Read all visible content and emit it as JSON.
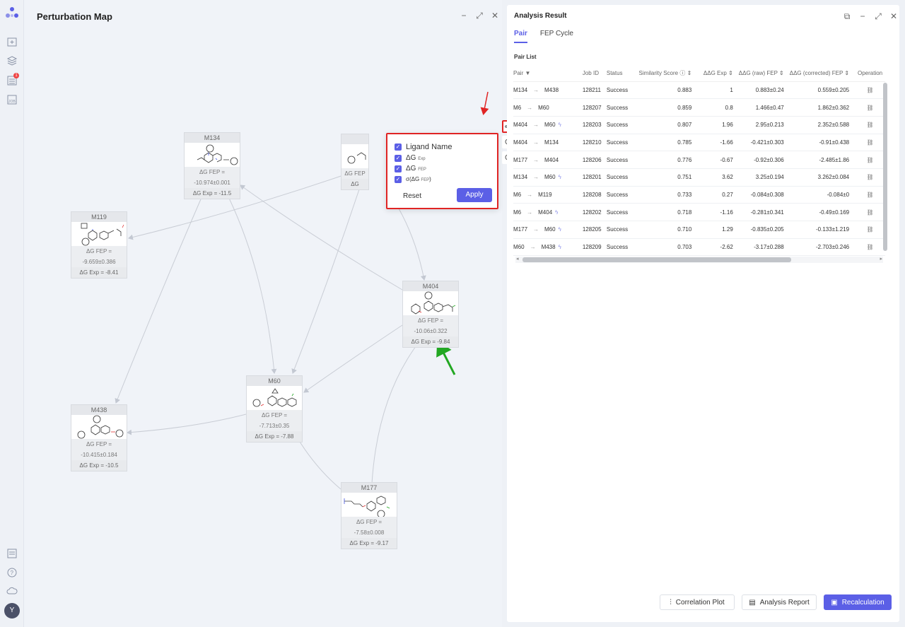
{
  "rail": {
    "avatar": "Y",
    "job_badge": "1"
  },
  "map": {
    "title": "Perturbation Map",
    "nodes": [
      {
        "name": "M134",
        "fep": "ΔG FEP = -10.974±0.001",
        "exp": "ΔG Exp = -11.5"
      },
      {
        "name": "M119",
        "fep": "ΔG FEP = -9.659±0.386",
        "exp": "ΔG Exp = -8.41"
      },
      {
        "name": "M404",
        "fep": "ΔG FEP = -10.06±0.322",
        "exp": "ΔG Exp = -9.84"
      },
      {
        "name": "M60",
        "fep": "ΔG FEP = -7.713±0.35",
        "exp": "ΔG Exp = -7.88"
      },
      {
        "name": "M438",
        "fep": "ΔG FEP = -10.415±0.184",
        "exp": "ΔG Exp = -10.5"
      },
      {
        "name": "M177",
        "fep": "ΔG FEP = -7.58±0.008",
        "exp": "ΔG Exp = -9.17"
      },
      {
        "name": "",
        "fep": "ΔG FEP",
        "exp": "ΔG"
      }
    ],
    "popup": {
      "ligand_name": "Ligand Name",
      "dg_exp": "ΔG",
      "dg_exp_sub": "Exp",
      "dg_fep": "ΔG",
      "dg_fep_sub": "FEP",
      "sigma": "σ(ΔG",
      "sigma_sub": "FEP",
      "sigma_close": ")",
      "reset": "Reset",
      "apply": "Apply"
    }
  },
  "result": {
    "title": "Analysis Result",
    "tabs": [
      "Pair",
      "FEP Cycle"
    ],
    "pair_list_label": "Pair List",
    "columns": {
      "pair": "Pair",
      "job_id": "Job ID",
      "status": "Status",
      "similarity": "Similarity Score",
      "ddg_exp": "ΔΔG Exp",
      "ddg_fep_raw": "ΔΔG (raw) FEP",
      "ddg_fep_corr": "ΔΔG (corrected) FEP",
      "operation": "Operation"
    },
    "rows": [
      {
        "a": "M134",
        "b": "M438",
        "bolt": "",
        "job": "128211",
        "status": "Success",
        "sim": "0.883",
        "exp": "1",
        "raw": "0.883±0.24",
        "corr": "0.559±0.205"
      },
      {
        "a": "M6",
        "b": "M60",
        "bolt": "",
        "job": "128207",
        "status": "Success",
        "sim": "0.859",
        "exp": "0.8",
        "raw": "1.466±0.47",
        "corr": "1.862±0.362"
      },
      {
        "a": "M404",
        "b": "M60",
        "bolt": "ϟ",
        "job": "128203",
        "status": "Success",
        "sim": "0.807",
        "exp": "1.96",
        "raw": "2.95±0.213",
        "corr": "2.352±0.588"
      },
      {
        "a": "M404",
        "b": "M134",
        "bolt": "",
        "job": "128210",
        "status": "Success",
        "sim": "0.785",
        "exp": "-1.66",
        "raw": "-0.421±0.303",
        "corr": "-0.91±0.438"
      },
      {
        "a": "M177",
        "b": "M404",
        "bolt": "",
        "job": "128206",
        "status": "Success",
        "sim": "0.776",
        "exp": "-0.67",
        "raw": "-0.92±0.306",
        "corr": "-2.485±1.86"
      },
      {
        "a": "M134",
        "b": "M60",
        "bolt": "ϟ",
        "job": "128201",
        "status": "Success",
        "sim": "0.751",
        "exp": "3.62",
        "raw": "3.25±0.194",
        "corr": "3.262±0.084"
      },
      {
        "a": "M6",
        "b": "M119",
        "bolt": "",
        "job": "128208",
        "status": "Success",
        "sim": "0.733",
        "exp": "0.27",
        "raw": "-0.084±0.308",
        "corr": "-0.084±0"
      },
      {
        "a": "M6",
        "b": "M404",
        "bolt": "ϟ",
        "job": "128202",
        "status": "Success",
        "sim": "0.718",
        "exp": "-1.16",
        "raw": "-0.281±0.341",
        "corr": "-0.49±0.169"
      },
      {
        "a": "M177",
        "b": "M60",
        "bolt": "ϟ",
        "job": "128205",
        "status": "Success",
        "sim": "0.710",
        "exp": "1.29",
        "raw": "-0.835±0.205",
        "corr": "-0.133±1.219"
      },
      {
        "a": "M60",
        "b": "M438",
        "bolt": "ϟ",
        "job": "128209",
        "status": "Success",
        "sim": "0.703",
        "exp": "-2.62",
        "raw": "-3.17±0.288",
        "corr": "-2.703±0.246"
      }
    ],
    "buttons": {
      "correlation": "Correlation Plot",
      "report": "Analysis Report",
      "recalc": "Recalculation"
    }
  },
  "colors": {
    "accent": "#5b5fe6",
    "highlight_red": "#e02424",
    "arrow_green": "#22a722"
  }
}
